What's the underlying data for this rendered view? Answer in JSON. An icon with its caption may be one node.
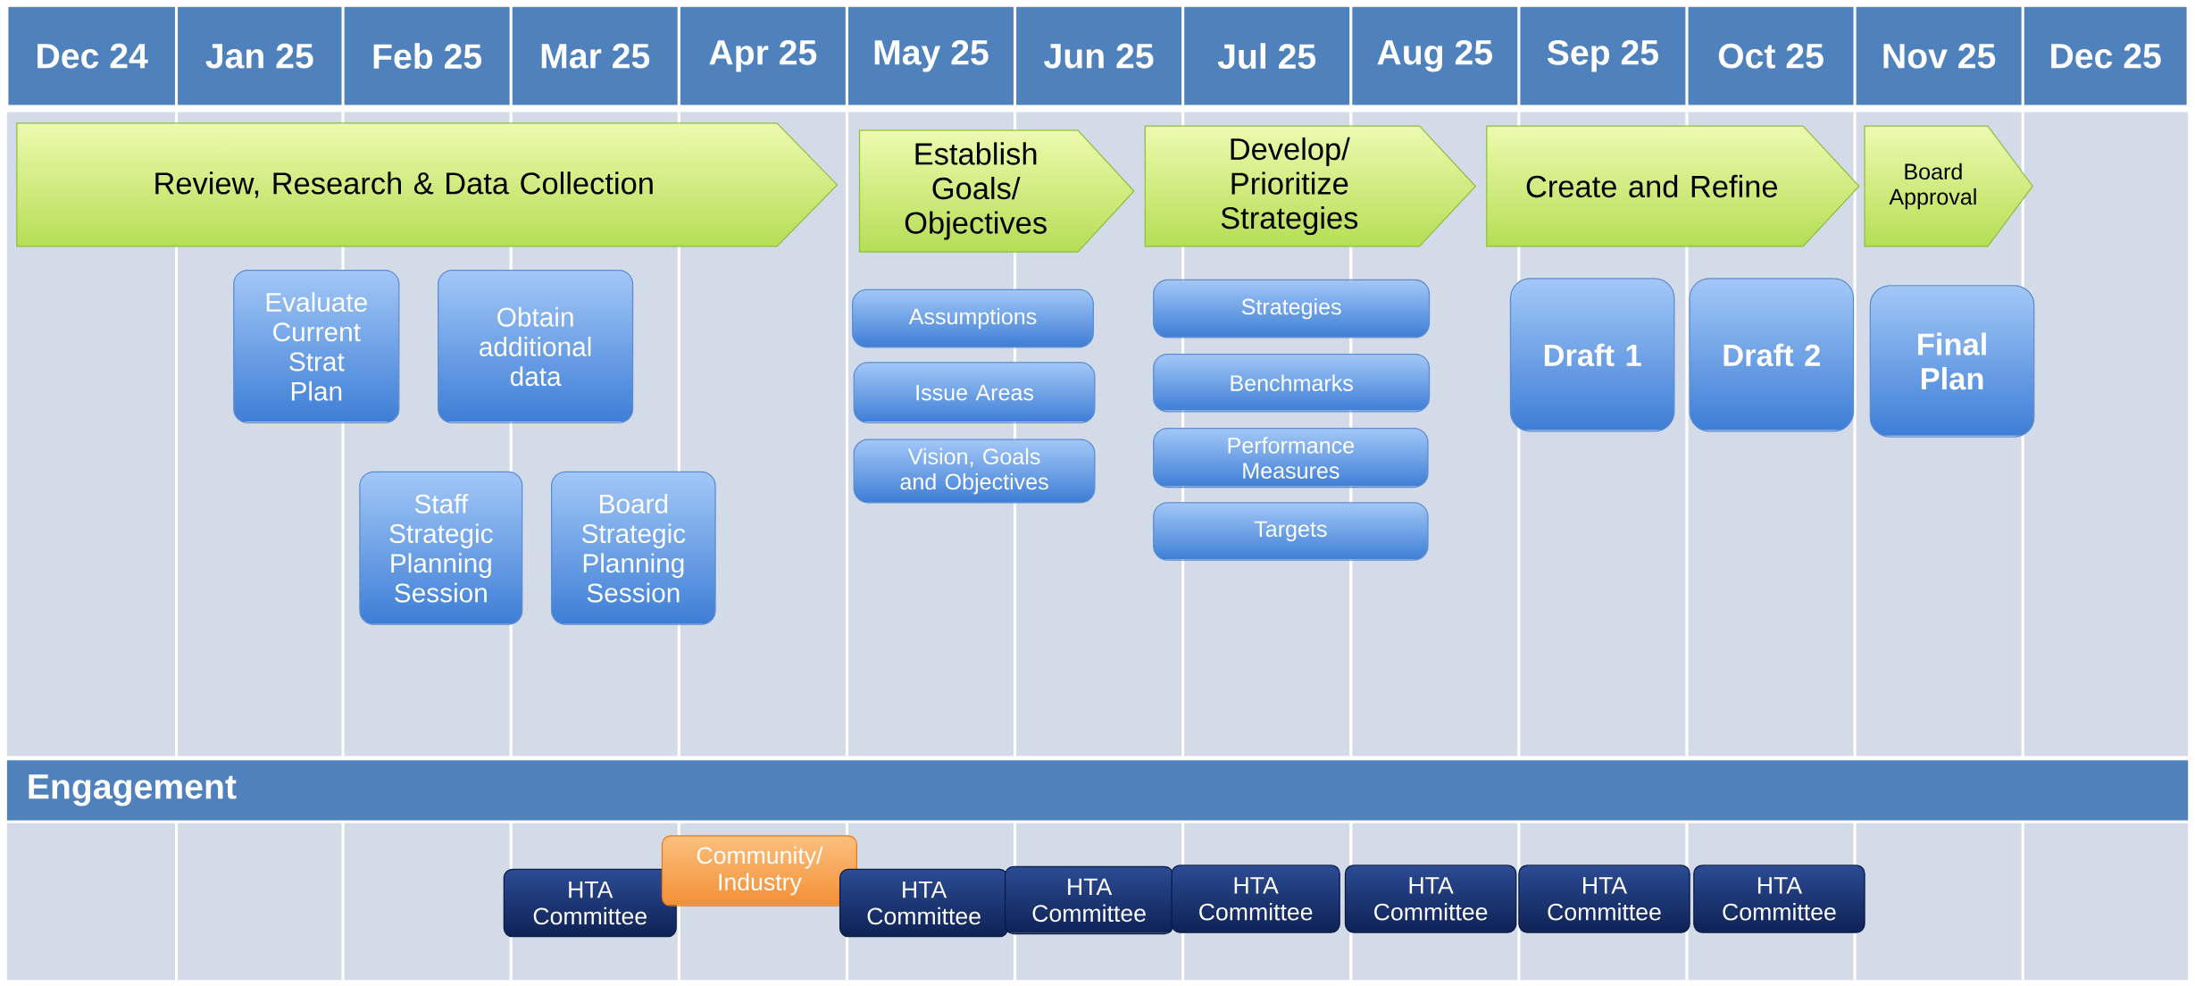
{
  "diagram": {
    "nodes": [
      {
        "text": [
          "Review, Research & Data Collection"
        ]
      },
      {
        "text": [
          "Establish Goals/ Objectives"
        ]
      },
      {
        "text": [
          "Develop/ Prioritize Strategies"
        ]
      },
      {
        "text": [
          "Create and Refine"
        ]
      },
      {
        "text": [
          "Board Approval"
        ]
      },
      {
        "text": [
          "Evaluate Current Strat Plan"
        ]
      },
      {
        "text": [
          "Obtain additional data"
        ]
      },
      {
        "text": [
          "Staff Strategic Planning Session"
        ]
      },
      {
        "text": [
          "Board Strategic Planning Session"
        ]
      },
      {
        "text": [
          "Assumptions"
        ]
      },
      {
        "text": [
          "Issue Areas"
        ]
      },
      {
        "text": [
          "Vision, Goals and Objectives"
        ]
      },
      {
        "text": [
          "Strategies"
        ]
      },
      {
        "text": [
          "Benchmarks"
        ]
      },
      {
        "text": [
          "Performance Measures"
        ]
      },
      {
        "text": [
          "Targets"
        ]
      },
      {
        "text": [
          "Draft 1"
        ]
      },
      {
        "text": [
          "Draft 2"
        ]
      },
      {
        "text": [
          "Final Plan"
        ]
      },
      {
        "text": [
          "Engagement"
        ]
      },
      {
        "text": [
          "HTA Committee"
        ]
      },
      {
        "text": [
          "Community/ Industry"
        ]
      },
      {
        "text": [
          "HTA Committee"
        ]
      },
      {
        "text": [
          "HTA Committee"
        ]
      },
      {
        "text": [
          "HTA Committee"
        ]
      },
      {
        "text": [
          "HTA Committee"
        ]
      },
      {
        "text": [
          "HTA Committee"
        ]
      },
      {
        "text": [
          "HTA Committee"
        ]
      }
    ],
    "labels": [
      "Dec 24",
      "Jan 25",
      "Feb 25",
      "Mar 25",
      "Apr 25",
      "May 25",
      "Jun 25",
      "Jul 25",
      "Aug 25",
      "Sep 25",
      "Oct 25",
      "Nov 25",
      "Dec 25"
    ]
  }
}
